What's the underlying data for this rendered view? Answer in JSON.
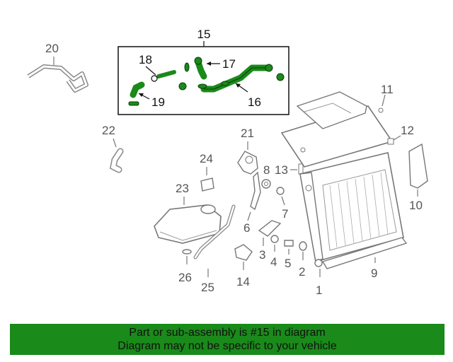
{
  "diagram": {
    "highlight_color": "#1a8a1a",
    "part_color": "#777777",
    "callouts": {
      "c1": "1",
      "c2": "2",
      "c3": "3",
      "c4": "4",
      "c5": "5",
      "c6": "6",
      "c7": "7",
      "c8": "8",
      "c9": "9",
      "c10": "10",
      "c11": "11",
      "c12": "12",
      "c13": "13",
      "c14": "14",
      "c15": "15",
      "c16": "16",
      "c17": "17",
      "c18": "18",
      "c19": "19",
      "c20": "20",
      "c21": "21",
      "c22": "22",
      "c23": "23",
      "c24": "24",
      "c25": "25",
      "c26": "26"
    }
  },
  "banner": {
    "line1": "Part or sub-assembly is #15 in diagram",
    "line2": "Diagram may not be specific to your vehicle"
  }
}
